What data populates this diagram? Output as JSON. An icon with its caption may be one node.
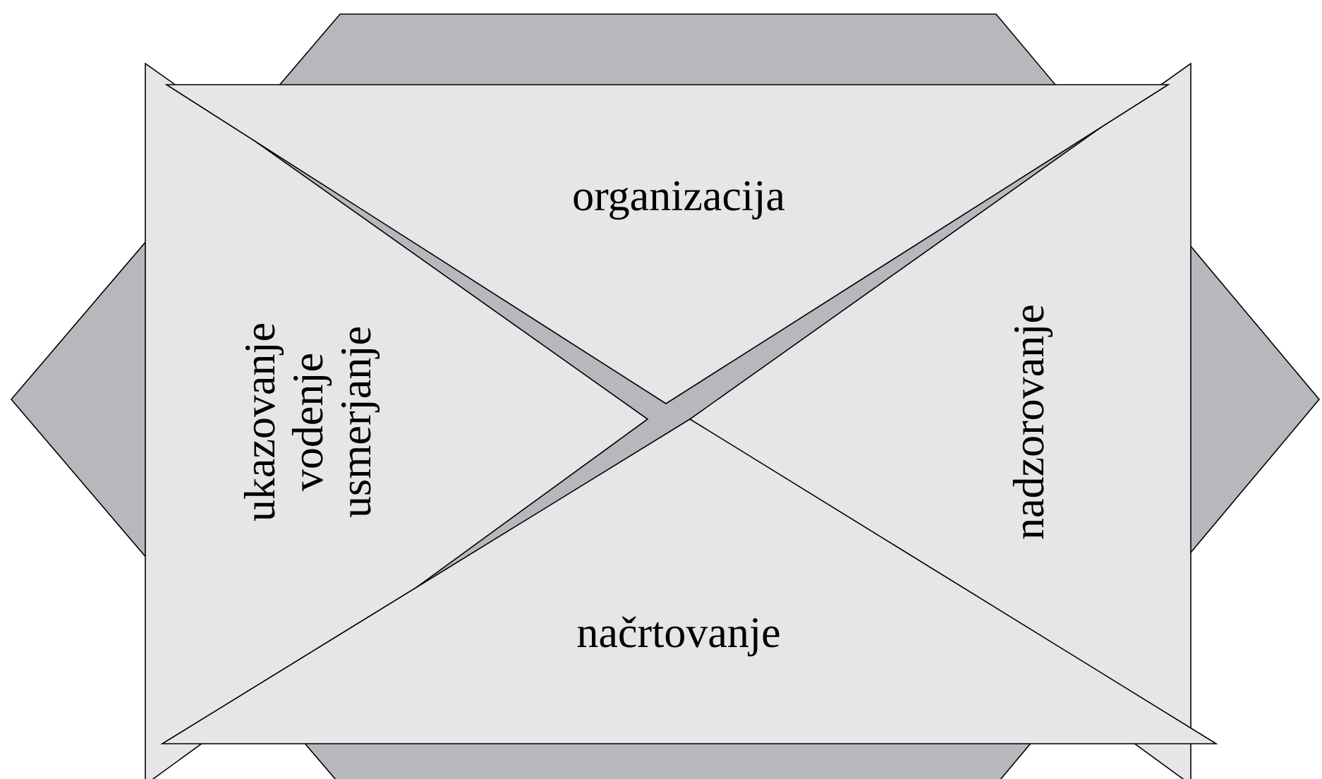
{
  "diagram": {
    "nodes": [
      {
        "text": [
          "organizacija"
        ]
      },
      {
        "text": [
          "ukazovanje",
          "vodenje",
          "usmerjanje"
        ]
      },
      {
        "text": [
          "nadzorovanje"
        ]
      },
      {
        "text": [
          "načrtovanje"
        ]
      }
    ]
  }
}
